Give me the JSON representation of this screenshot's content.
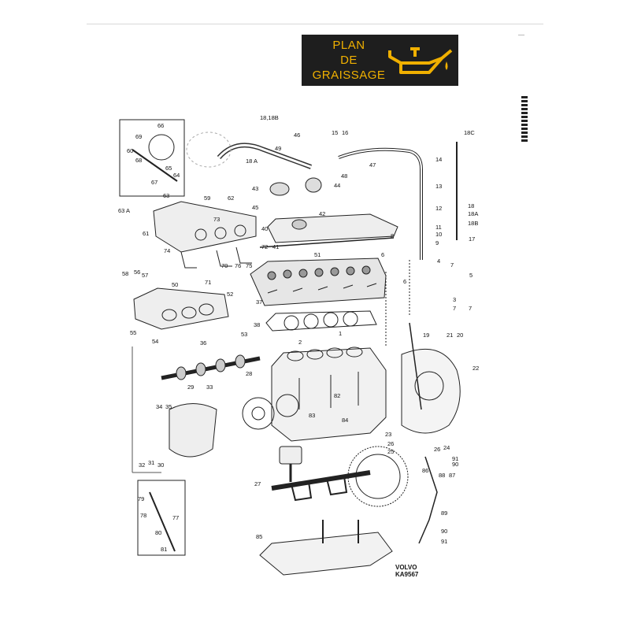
{
  "header": {
    "title_lines": [
      "PLAN",
      "DE",
      "GRAISSAGE"
    ],
    "icon": "oil-can-icon",
    "accent_color": "#f0b000",
    "badge_color": "#1e1e1e"
  },
  "diagram": {
    "brand": "VOLVO",
    "reference_code": "KA9567",
    "callouts": [
      "18,18B",
      "46",
      "49",
      "15",
      "16",
      "18C",
      "18 A",
      "47",
      "14",
      "48",
      "43",
      "44",
      "13",
      "45",
      "42",
      "12",
      "18",
      "18A",
      "18B",
      "11",
      "40",
      "41",
      "10",
      "8",
      "9",
      "17",
      "59",
      "62",
      "66",
      "69",
      "60",
      "68",
      "65",
      "64",
      "67",
      "63",
      "63 A",
      "61",
      "73",
      "72",
      "71",
      "70",
      "76",
      "75",
      "74",
      "51",
      "6",
      "4",
      "6",
      "5",
      "7",
      "7",
      "58",
      "56",
      "57",
      "50",
      "52",
      "37",
      "3",
      "7",
      "55",
      "54",
      "53",
      "38",
      "2",
      "1",
      "21",
      "20",
      "19",
      "22",
      "36",
      "29",
      "33",
      "28",
      "82",
      "83",
      "84",
      "23",
      "34",
      "35",
      "32",
      "31",
      "30",
      "26",
      "25",
      "26",
      "24",
      "91",
      "90",
      "27",
      "86",
      "88",
      "87",
      "89",
      "79",
      "78",
      "77",
      "80",
      "81",
      "90",
      "91",
      "85"
    ]
  }
}
